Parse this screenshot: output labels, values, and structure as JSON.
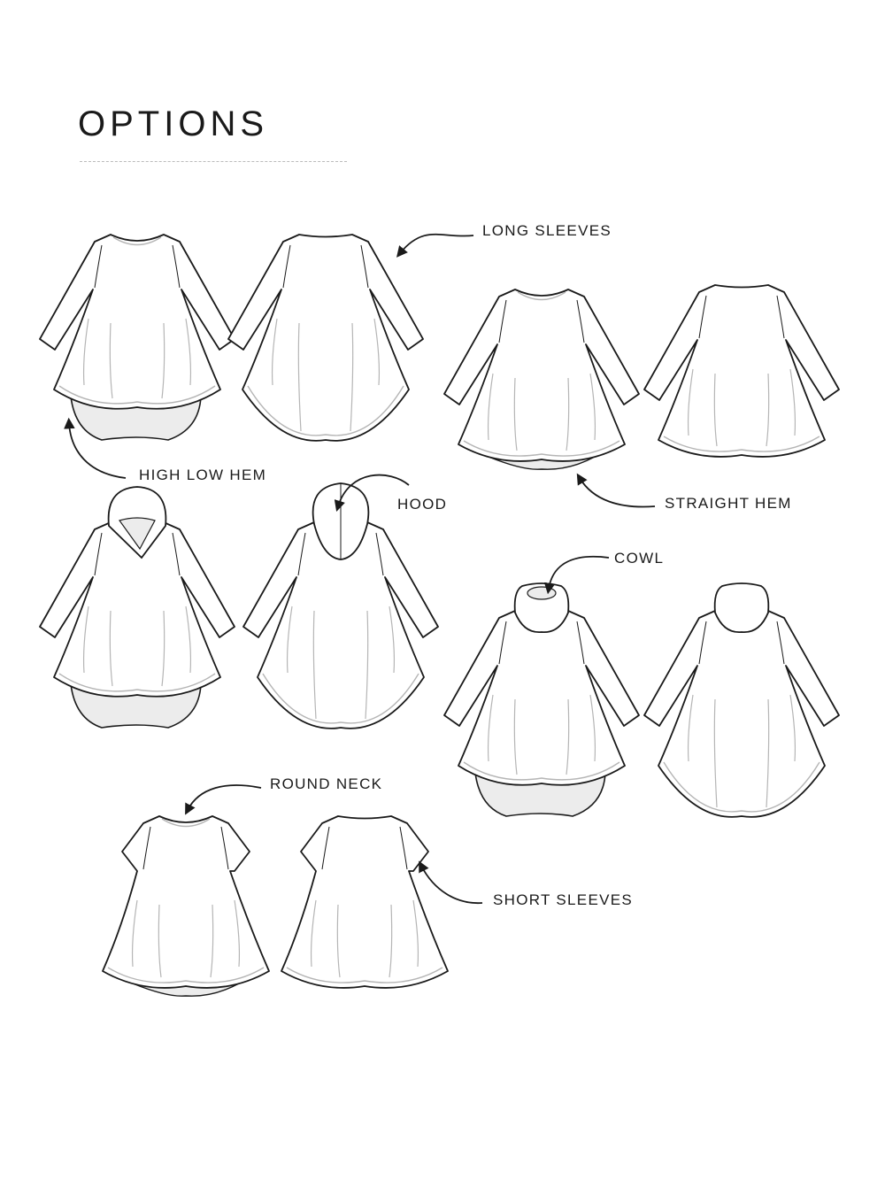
{
  "title": "OPTIONS",
  "labels": {
    "long_sleeves": "LONG SLEEVES",
    "high_low_hem": "HIGH LOW HEM",
    "hood": "HOOD",
    "straight_hem": "STRAIGHT HEM",
    "cowl": "COWL",
    "round_neck": "ROUND NECK",
    "short_sleeves": "SHORT SLEEVES"
  },
  "colors": {
    "line": "#1a1a1a",
    "stitch": "#b5b5b5",
    "underlayer": "#ececec"
  }
}
